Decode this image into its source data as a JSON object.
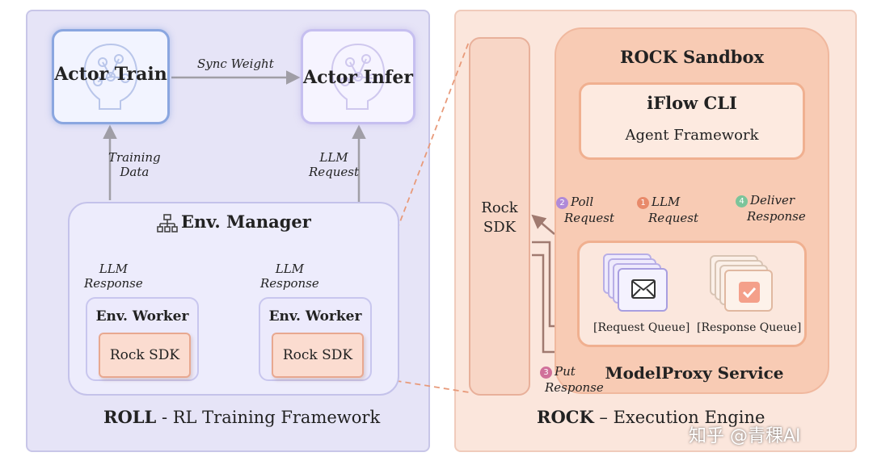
{
  "left_panel": {
    "actor_train": "Actor Train",
    "actor_infer": "Actor Infer",
    "sync_weight": "Sync Weight",
    "training_data_line1": "Training",
    "training_data_line2": "Data",
    "llm_request_line1": "LLM",
    "llm_request_line2": "Request",
    "env_manager": "Env. Manager",
    "llm_response_line1": "LLM",
    "llm_response_line2": "Response",
    "env_worker": "Env. Worker",
    "rock_sdk": "Rock SDK",
    "caption_bold": "ROLL",
    "caption_rest": " - RL Training Framework"
  },
  "right_panel": {
    "rock_sdk_line1": "Rock",
    "rock_sdk_line2": "SDK",
    "sandbox_title": "ROCK Sandbox",
    "iflow_title": "iFlow CLI",
    "iflow_subtitle": "Agent Framework",
    "step1_num": "1",
    "step1_line1": "LLM",
    "step1_line2": "Request",
    "step2_num": "2",
    "step2_line1": "Poll",
    "step2_line2": "Request",
    "step3_num": "3",
    "step3_line1": "Put",
    "step3_line2": "Response",
    "step4_num": "4",
    "step4_line1": "Deliver",
    "step4_line2": "Response",
    "request_queue": "[Request Queue]",
    "response_queue": "[Response Queue]",
    "modelproxy_title": "ModelProxy Service",
    "caption_bold": "ROCK",
    "caption_rest": " – Execution Engine"
  },
  "watermark": "知乎 @青稞AI",
  "colors": {
    "step1": "#e88a6a",
    "step2": "#b08ad8",
    "step3": "#d0709a",
    "step4": "#7cc49a"
  }
}
